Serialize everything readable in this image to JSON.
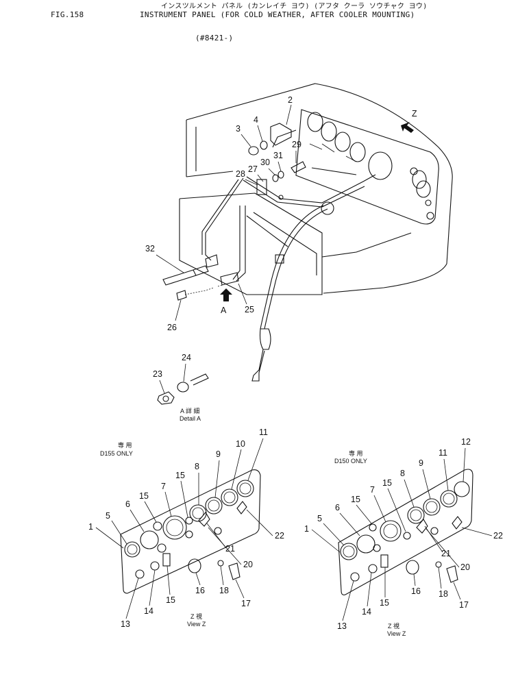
{
  "header": {
    "fig_label": "FIG.158",
    "kana_title": "インスツルメント パネル (カンレイチ ヨウ) (アフタ クーラ ソウチャク ヨウ)",
    "title": "INSTRUMENT PANEL (FOR COLD WEATHER, AFTER COOLER MOUNTING)",
    "serial": "(#8421-)"
  },
  "view_z_marker": "Z",
  "detail_a": {
    "arrow_label": "A",
    "caption_jp": "A 詳 細",
    "caption_en": "Detail A"
  },
  "panels": [
    {
      "id": "d155",
      "note_jp": "専 用",
      "note_en": "D155 ONLY",
      "view_jp": "Z 視",
      "view_en": "View Z"
    },
    {
      "id": "d150",
      "note_jp": "専 用",
      "note_en": "D150 ONLY",
      "view_jp": "Z 視",
      "view_en": "View Z"
    }
  ],
  "callouts": {
    "top": [
      "2",
      "3",
      "4",
      "29",
      "30",
      "31",
      "28",
      "27",
      "32",
      "26",
      "25",
      "24",
      "23"
    ],
    "left_panel": [
      "1",
      "5",
      "6",
      "7",
      "8",
      "9",
      "10",
      "11",
      "15",
      "15",
      "15",
      "13",
      "14",
      "16",
      "18",
      "17",
      "20",
      "21",
      "22"
    ],
    "right_panel": [
      "1",
      "5",
      "6",
      "7",
      "8",
      "9",
      "11",
      "12",
      "15",
      "15",
      "15",
      "13",
      "14",
      "16",
      "18",
      "17",
      "20",
      "21",
      "22"
    ]
  }
}
